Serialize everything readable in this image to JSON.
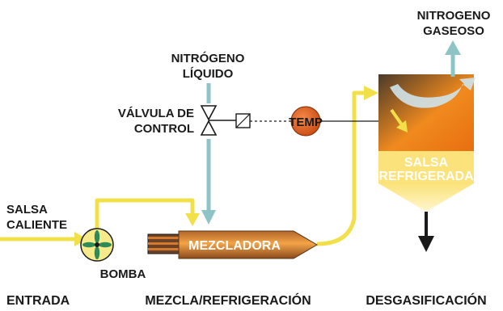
{
  "labels": {
    "nitrogen_gas_line1": "NITROGENO",
    "nitrogen_gas_line2": "GASEOSO",
    "liquid_nitrogen_line1": "NITRÓGENO",
    "liquid_nitrogen_line2": "LÍQUIDO",
    "control_valve_line1": "VÁLVULA DE",
    "control_valve_line2": "CONTROL",
    "temp": "TEMP",
    "hot_sauce_line1": "SALSA",
    "hot_sauce_line2": "CALIENTE",
    "pump": "BOMBA",
    "mixer": "MEZCLADORA",
    "cooled_sauce_line1": "SALSA",
    "cooled_sauce_line2": "REFRIGERADA"
  },
  "sections": {
    "inlet": "ENTRADA",
    "mixing": "MEZCLA/REFRIGERACIÓN",
    "degassing": "DESGASIFICACIÓN"
  },
  "colors": {
    "sauce_line": "#f2e04a",
    "nitrogen_line": "#8fc4c6",
    "mixer_orange": "#e6932f",
    "tank_orange": "#f08a1e",
    "temp_sensor": "#e8621e",
    "cooled_sauce": "#fbe58c"
  }
}
